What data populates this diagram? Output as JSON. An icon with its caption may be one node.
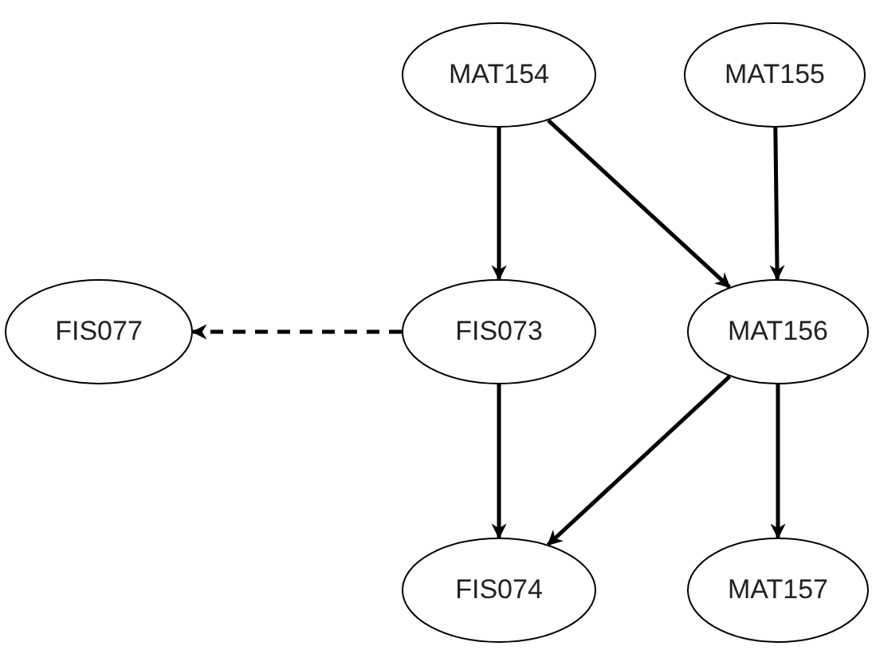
{
  "diagram": {
    "nodes": [
      {
        "text": [
          "MAT154"
        ]
      },
      {
        "text": [
          "MAT155"
        ]
      },
      {
        "text": [
          "FIS077"
        ]
      },
      {
        "text": [
          "FIS073"
        ]
      },
      {
        "text": [
          "MAT156"
        ]
      },
      {
        "text": [
          "FIS074"
        ]
      },
      {
        "text": [
          "MAT157"
        ]
      }
    ],
    "edges": [
      {
        "from": 0,
        "to": 3,
        "arrow": "to"
      },
      {
        "from": 0,
        "to": 4,
        "arrow": "to"
      },
      {
        "from": 1,
        "to": 4,
        "arrow": "to"
      },
      {
        "from": 3,
        "to": 2,
        "arrow": "to",
        "style": "dashed"
      },
      {
        "from": 3,
        "to": 5,
        "arrow": "to"
      },
      {
        "from": 4,
        "to": 5,
        "arrow": "to"
      },
      {
        "from": 4,
        "to": 6,
        "arrow": "to"
      }
    ]
  }
}
